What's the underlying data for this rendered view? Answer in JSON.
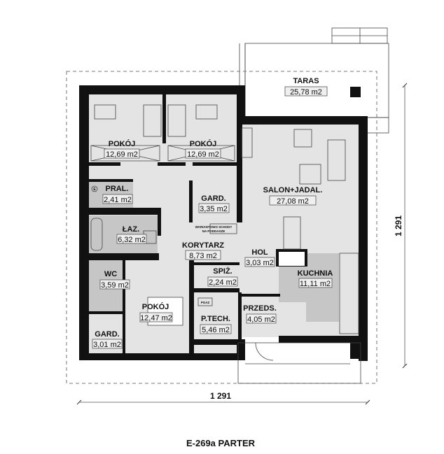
{
  "plan": {
    "title": "E-269a PARTER",
    "dimension_horizontal": "1 291",
    "dimension_vertical": "1 291",
    "stairs_note_line1": "WARIANTOWO SCHODY",
    "stairs_note_line2": "NA PODDASZE",
    "boiler_label": "PGAZ",
    "washer_symbol": "E",
    "rooms": [
      {
        "name": "TARAS",
        "area": "25,78 m2"
      },
      {
        "name": "POKÓJ",
        "area": "12,69 m2"
      },
      {
        "name": "POKÓJ",
        "area": "12,69 m2"
      },
      {
        "name": "SALON+JADAL.",
        "area": "27,08 m2"
      },
      {
        "name": "PRAL.",
        "area": "2,41 m2"
      },
      {
        "name": "GARD.",
        "area": "3,35 m2"
      },
      {
        "name": "ŁAZ.",
        "area": "6,32 m2"
      },
      {
        "name": "KORYTARZ",
        "area": "8,73 m2"
      },
      {
        "name": "HOL",
        "area": "3,03 m2"
      },
      {
        "name": "WC",
        "area": "3,59 m2"
      },
      {
        "name": "SPIŻ.",
        "area": "2,24 m2"
      },
      {
        "name": "KUCHNIA",
        "area": "11,11 m2"
      },
      {
        "name": "POKÓJ",
        "area": "12,47 m2"
      },
      {
        "name": "P.TECH.",
        "area": "5,46 m2"
      },
      {
        "name": "PRZEDS.",
        "area": "4,05 m2"
      },
      {
        "name": "GARD.",
        "area": "3,01 m2"
      }
    ]
  }
}
